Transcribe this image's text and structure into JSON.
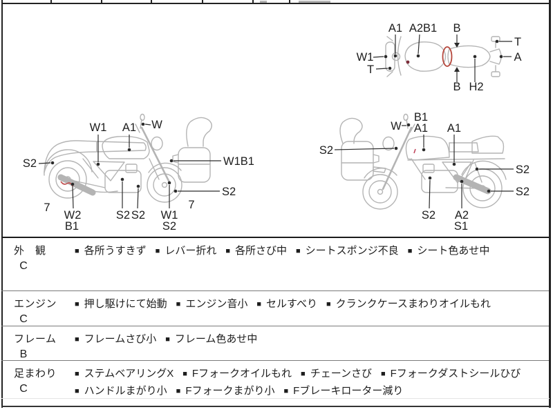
{
  "diagrams": {
    "top_view": {
      "labels": [
        "A1",
        "A2B1",
        "B",
        "T",
        "W1",
        "A",
        "T",
        "B",
        "H2"
      ]
    },
    "left_view": {
      "labels": [
        "W1",
        "A1",
        "W",
        "S2",
        "W1B1",
        "S2",
        "7",
        "W2",
        "B1",
        "S2",
        "S2",
        "W1",
        "S2",
        "7"
      ]
    },
    "right_view": {
      "labels": [
        "B1",
        "A1",
        "W",
        "A1",
        "S2",
        "S2",
        "S2",
        "S2",
        "A2",
        "S1"
      ]
    }
  },
  "inspection": {
    "bullet": "■",
    "rows": [
      {
        "category": "外　観",
        "grade": "C",
        "items": [
          "各所うすきず",
          "レバー折れ",
          "各所さび中",
          "シートスポンジ不良",
          "シート色あせ中"
        ]
      },
      {
        "category": "エンジン",
        "grade": "C",
        "items": [
          "押し駆けにて始動",
          "エンジン音小",
          "セルすべり",
          "クランクケースまわりオイルもれ"
        ]
      },
      {
        "category": "フレーム",
        "grade": "B",
        "items": [
          "フレームさび小",
          "フレーム色あせ中"
        ]
      },
      {
        "category": "足まわり",
        "grade": "C",
        "items": [
          "ステムベアリングX",
          "Fフォークオイルもれ",
          "チェーンさび",
          "Fフォークダストシールひび",
          "ハンドルまがり小",
          "Fフォークまがり小",
          "Fブレーキローター減り"
        ]
      }
    ]
  },
  "colors": {
    "ink": "#1d1d1d",
    "art_gray": "#b4b4b4",
    "marker_red": "#b5463b",
    "border": "#222222"
  }
}
